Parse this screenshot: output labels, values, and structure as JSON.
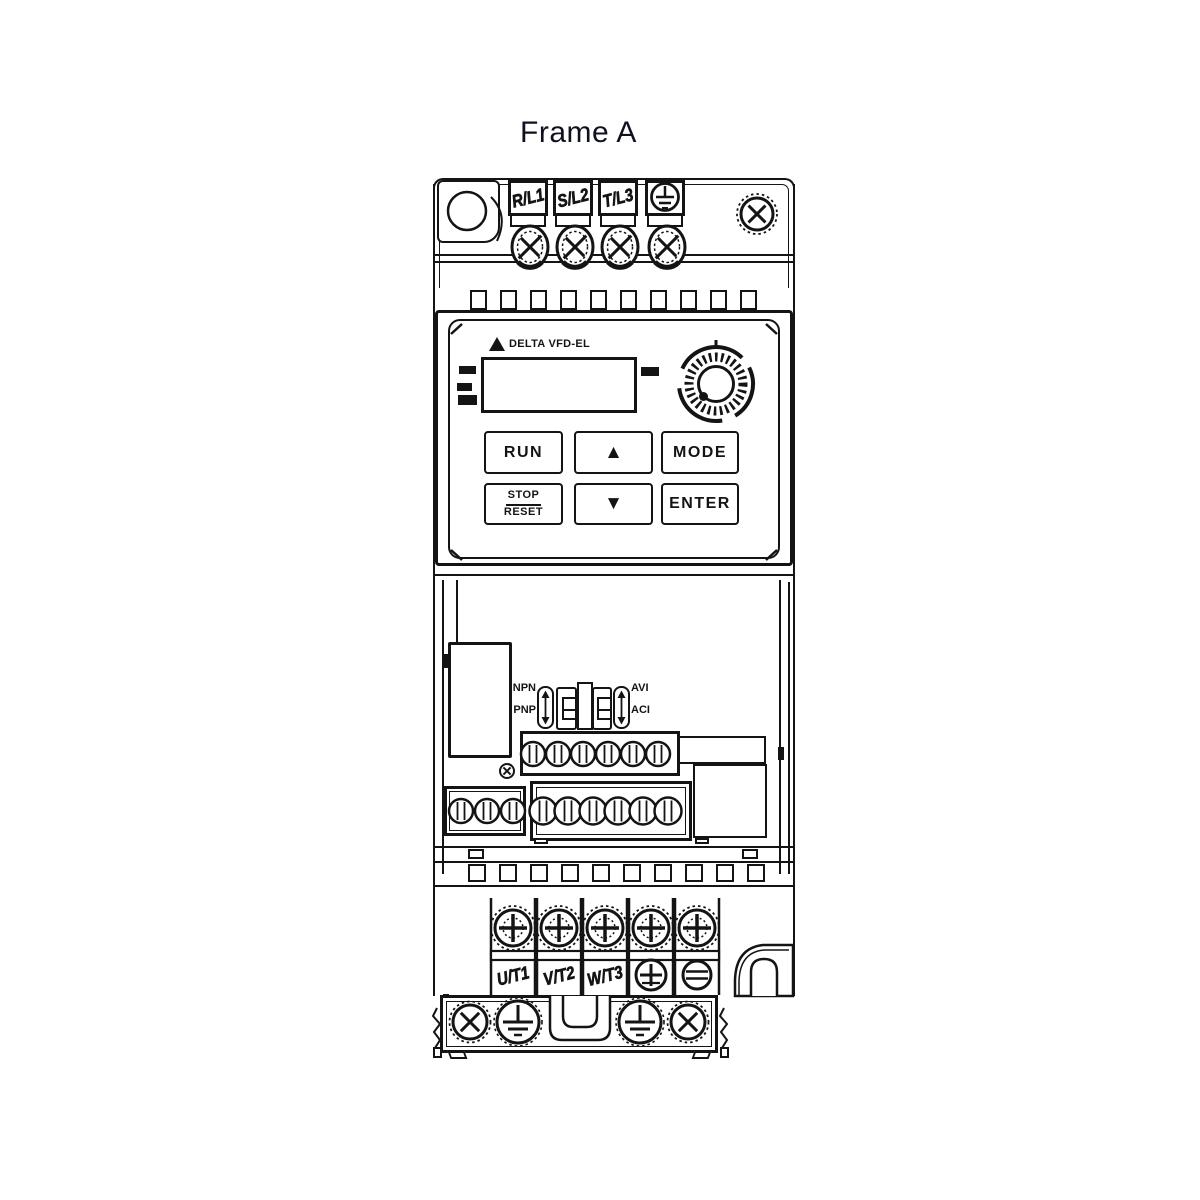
{
  "title": "Frame A",
  "colors": {
    "ink": "#141414",
    "background": "#ffffff",
    "title_text": "#0f1020"
  },
  "keypad": {
    "brand": "DELTA VFD-EL",
    "buttons": {
      "run": "RUN",
      "up": "▲",
      "mode": "MODE",
      "stop": "STOP",
      "reset": "RESET",
      "down": "▼",
      "enter": "ENTER"
    }
  },
  "dip_switches": {
    "left_top": "NPN",
    "left_bottom": "PNP",
    "right_top": "AVI",
    "right_bottom": "ACI"
  },
  "terminals": {
    "top": [
      "R/L1",
      "S/L2",
      "T/L3"
    ],
    "bottom": [
      "U/T1",
      "V/T2",
      "W/T3"
    ]
  }
}
